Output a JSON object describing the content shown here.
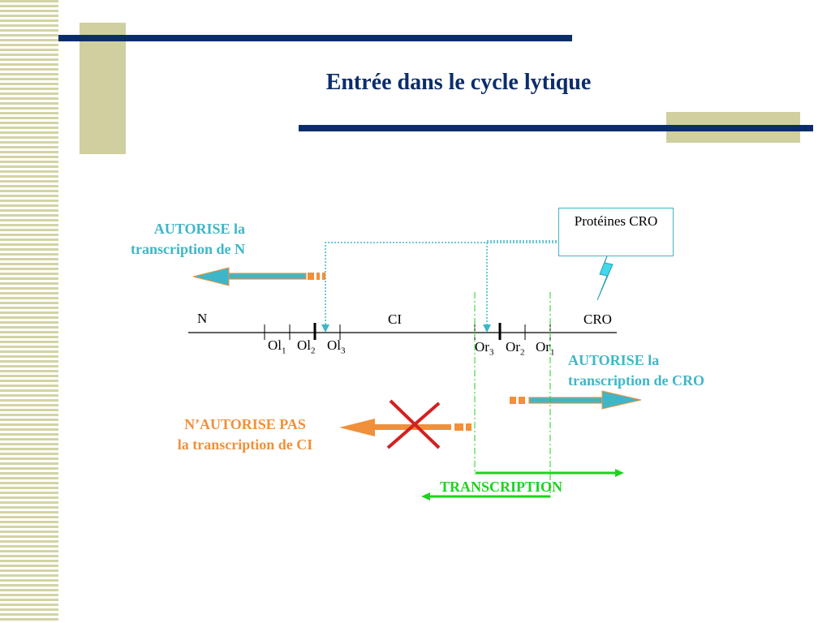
{
  "slide": {
    "title": "Entrée dans le cycle lytique"
  },
  "diagram": {
    "protein_box": "Protéines CRO",
    "genes": {
      "n": "N",
      "ci": "CI",
      "cro": "CRO"
    },
    "operators_left": [
      {
        "base": "Ol",
        "sub": "1"
      },
      {
        "base": "Ol",
        "sub": "2"
      },
      {
        "base": "Ol",
        "sub": "3"
      }
    ],
    "operators_right": [
      {
        "base": "Or",
        "sub": "3"
      },
      {
        "base": "Or",
        "sub": "2"
      },
      {
        "base": "Or",
        "sub": "1"
      }
    ],
    "allow_n": {
      "line1": "AUTORISE la",
      "line2": "transcription de N"
    },
    "allow_cro": {
      "line1": "AUTORISE la",
      "line2": "transcription de CRO"
    },
    "deny_ci": {
      "line1": "N’AUTORISE PAS",
      "line2": "la transcription de CI"
    },
    "transcription": "TRANSCRIPTION"
  },
  "colors": {
    "navy": "#0b2d6b",
    "cyan": "#3fb6c7",
    "orange": "#f0903a",
    "green": "#1fd21f",
    "red_cross": "#d42020"
  }
}
